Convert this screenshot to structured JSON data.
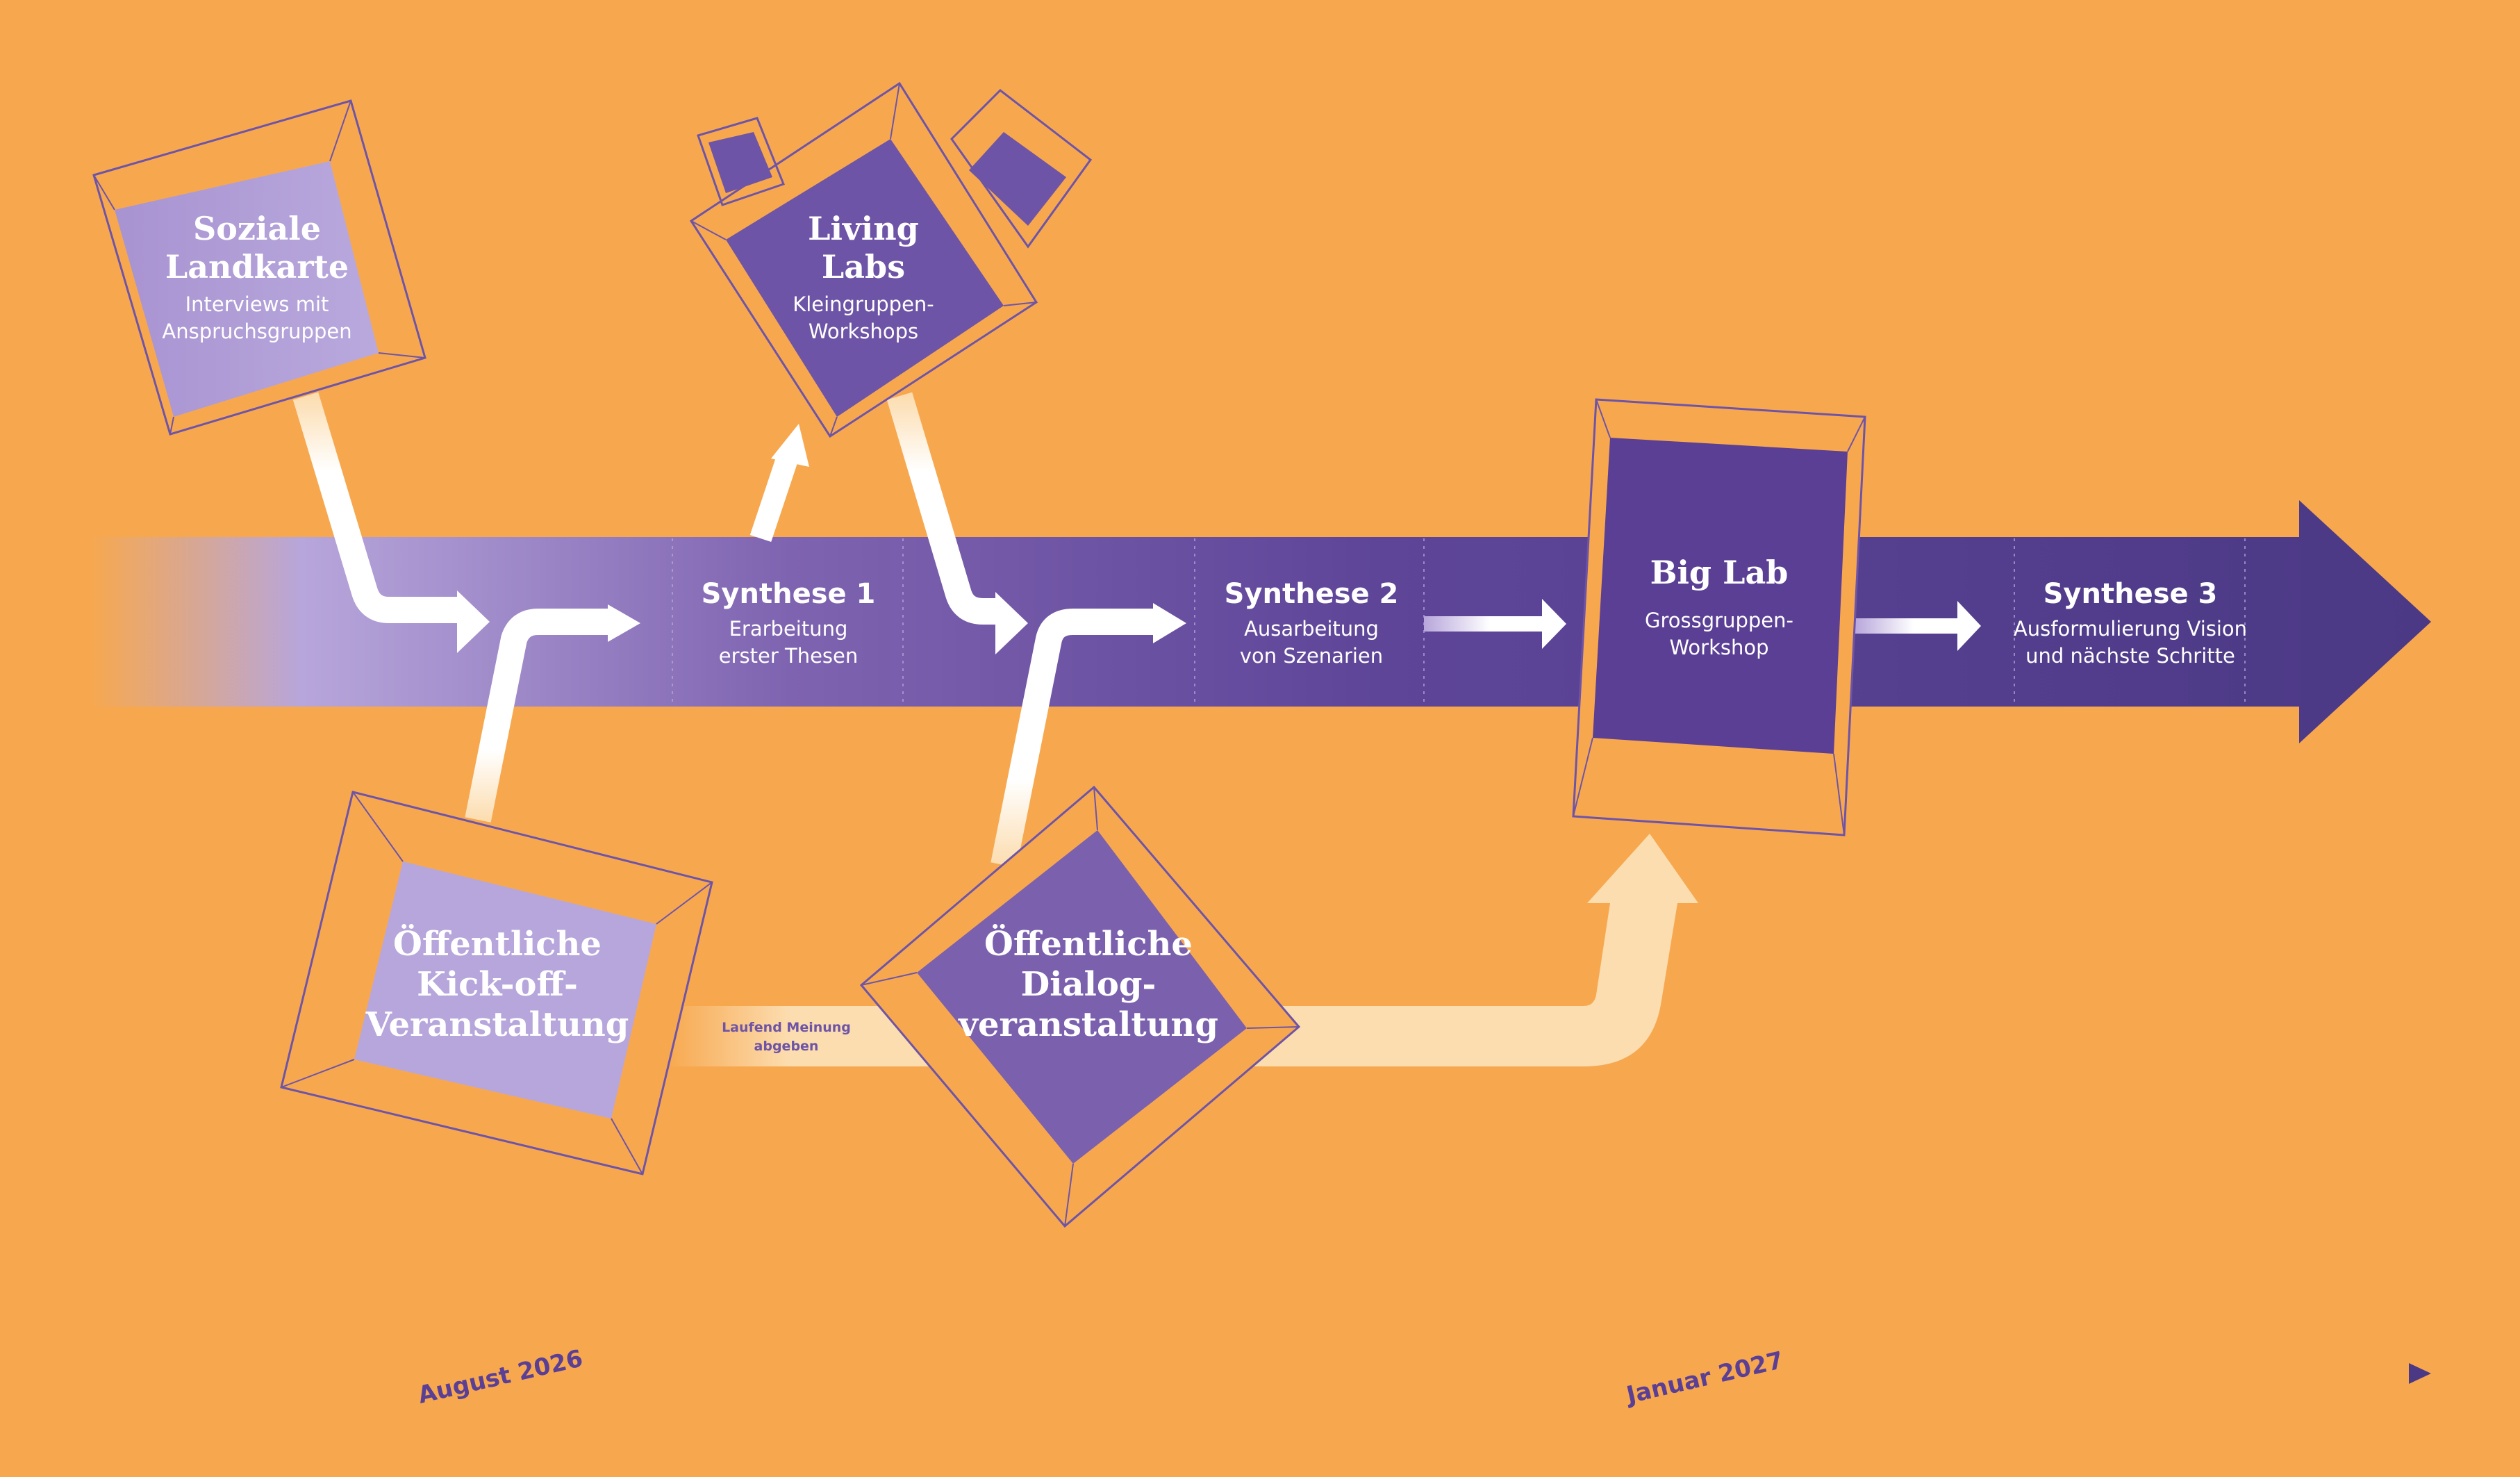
{
  "colors": {
    "background": "#F7A84F",
    "purple_dark": "#4F3A86",
    "purple_mid": "#6E54A6",
    "lavender": "#B7A6DB",
    "cream": "#FCDDB0",
    "white": "#FFFFFF"
  },
  "nodes": {
    "soziale": {
      "title1": "Soziale",
      "title2": "Landkarte",
      "sub1": "Interviews mit",
      "sub2": "Anspruchsgruppen"
    },
    "living": {
      "title1": "Living",
      "title2": "Labs",
      "sub1": "Kleingruppen-",
      "sub2": "Workshops"
    },
    "kickoff": {
      "title1": "Öffentliche",
      "title2": "Kick-off-",
      "title3": "Veranstaltung"
    },
    "dialog": {
      "title1": "Öffentliche",
      "title2": "Dialog-",
      "title3": "veranstaltung"
    },
    "biglab": {
      "title": "Big Lab",
      "sub1": "Grossgruppen-",
      "sub2": "Workshop"
    }
  },
  "syntheses": [
    {
      "title": "Synthese 1",
      "sub1": "Erarbeitung",
      "sub2": "erster Thesen"
    },
    {
      "title": "Synthese 2",
      "sub1": "Ausarbeitung",
      "sub2": "von Szenarien"
    },
    {
      "title": "Synthese 3",
      "sub1": "Ausformulierung Vision",
      "sub2": "und nächste Schritte"
    }
  ],
  "feedback_band": {
    "line1": "Laufend Meinung",
    "line2": "abgeben"
  },
  "timeline": {
    "start_label": "August 2026",
    "end_label": "Januar 2027"
  }
}
